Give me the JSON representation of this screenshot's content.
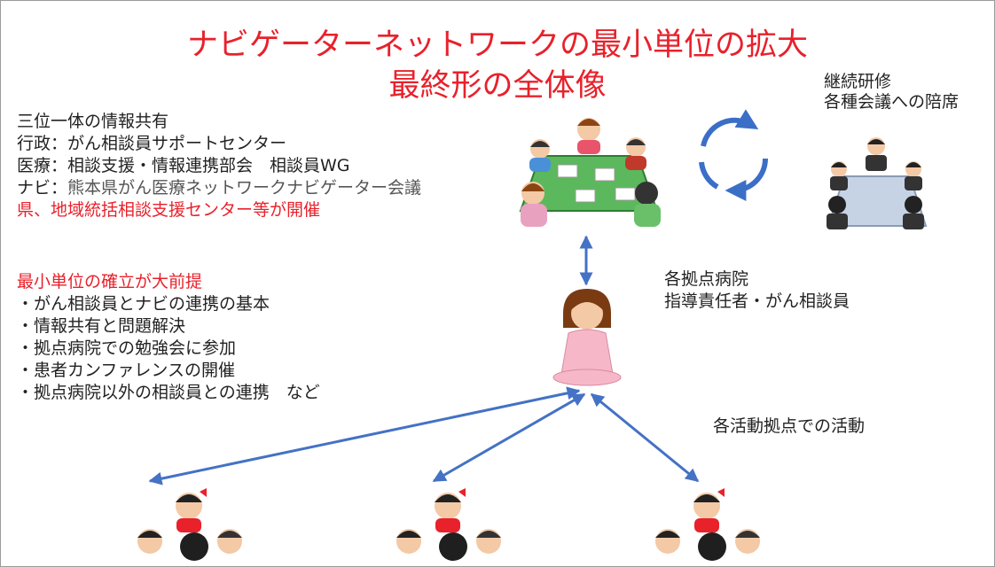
{
  "title": {
    "line1": "ナビゲーターネットワークの最小単位の拡大",
    "line2": "最終形の全体像"
  },
  "info_sharing": {
    "heading": "三位一体の情報共有",
    "rows": [
      {
        "label": "行政：",
        "text": "がん相談員サポートセンター"
      },
      {
        "label": "医療：",
        "text": "相談支援・情報連携部会　相談員WG"
      },
      {
        "label": "ナビ：",
        "text": "熊本県がん医療ネットワークナビゲーター会議"
      }
    ],
    "host_note": "県、地域統括相談支援センター等が開催"
  },
  "training": {
    "line1": "継続研修",
    "line2": "各種会議への陪席"
  },
  "minimum_unit": {
    "heading": "最小単位の確立が大前提",
    "bullets": [
      "・がん相談員とナビの連携の基本",
      "・情報共有と問題解決",
      "・拠点病院での勉強会に参加",
      "・患者カンファレンスの開催",
      "・拠点病院以外の相談員との連携　など"
    ]
  },
  "hospital": {
    "line1": "各拠点病院",
    "line2": "指導責任者・がん相談員"
  },
  "activity": {
    "label": "各活動拠点での活動"
  },
  "colors": {
    "title_red": "#e8212b",
    "arrow_blue": "#4472c4",
    "cycle_blue": "#3b6fc7",
    "table_green": "#5cb85c",
    "sweater_pink": "#f6b8c8"
  },
  "icons": {
    "meeting_group": "group-meeting-illustration",
    "conference_room": "conference-illustration",
    "cycle": "cycle-arrows-icon",
    "counselor": "counselor-woman-illustration",
    "activity_group": "navigator-group-illustration"
  }
}
